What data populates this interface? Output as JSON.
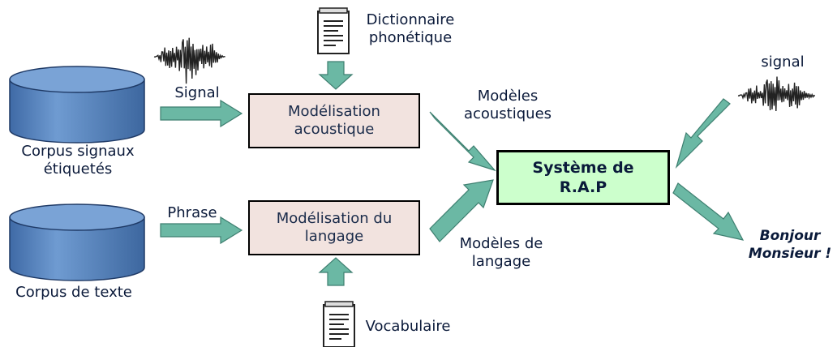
{
  "sources": {
    "corpus_signal": "Corpus signaux\nétiquetés",
    "corpus_text": "Corpus de texte",
    "dictionary": "Dictionnaire\nphonétique",
    "vocabulary": "Vocabulaire"
  },
  "edges": {
    "signal": "Signal",
    "phrase": "Phrase",
    "acoustic_models": "Modèles\nacoustiques",
    "language_models": "Modèles de\nlangage",
    "signal_in": "signal"
  },
  "boxes": {
    "acoustic_modeling": "Modélisation\nacoustique",
    "language_modeling": "Modélisation du\nlangage",
    "system": "Système de\nR.A.P"
  },
  "output": "Bonjour\nMonsieur !",
  "colors": {
    "cylinder": "#5b87c0",
    "arrow": "#6bb8a4",
    "box_fill": "#f2e3df",
    "system_fill": "#ccffcc"
  }
}
